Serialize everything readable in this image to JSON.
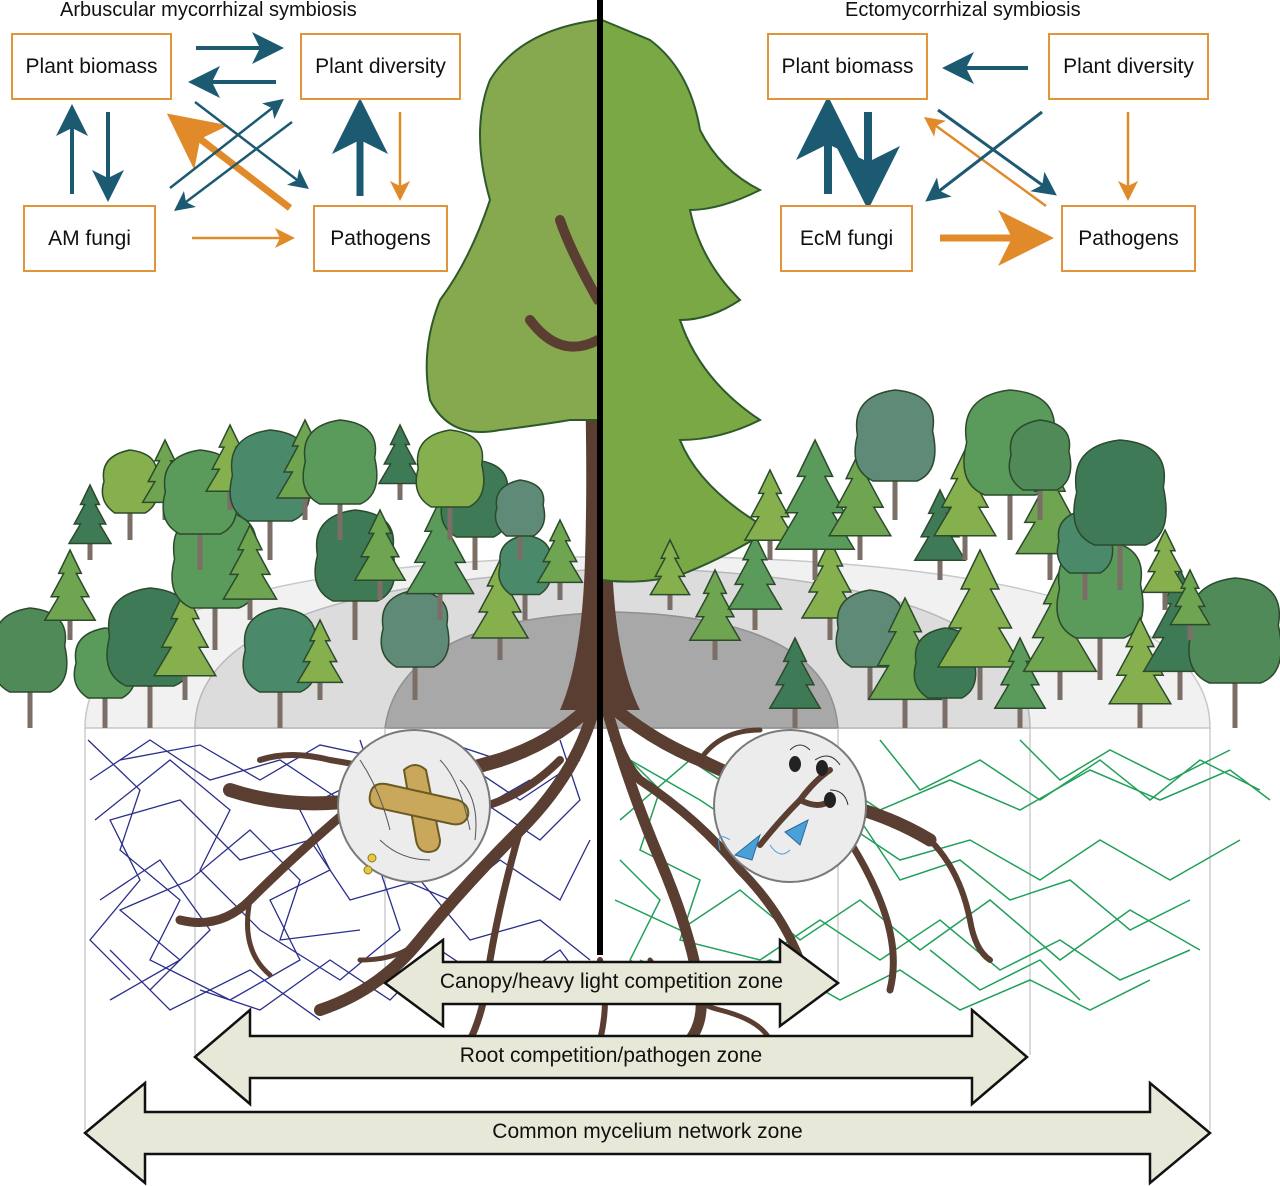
{
  "am_panel": {
    "title": "Arbuscular mycorrhizal symbiosis",
    "boxes": {
      "plant_biomass": "Plant biomass",
      "plant_diversity": "Plant diversity",
      "fungi": "AM fungi",
      "pathogens": "Pathogens"
    }
  },
  "ecm_panel": {
    "title": "Ectomycorrhizal symbiosis",
    "boxes": {
      "plant_biomass": "Plant biomass",
      "plant_diversity": "Plant diversity",
      "fungi": "EcM fungi",
      "pathogens": "Pathogens"
    }
  },
  "zones": {
    "canopy": "Canopy/heavy light competition zone",
    "root": "Root competition/pathogen zone",
    "mycelium": "Common mycelium network zone"
  },
  "colors": {
    "positive_arrow": "#1c5a72",
    "negative_arrow": "#e08a2a",
    "box_border": "#e0953a",
    "am_hyphae": "#2a2f8a",
    "ecm_hyphae": "#22a05a",
    "root": "#5a3e32",
    "zone_arrow_fill": "#e8e8d8"
  }
}
